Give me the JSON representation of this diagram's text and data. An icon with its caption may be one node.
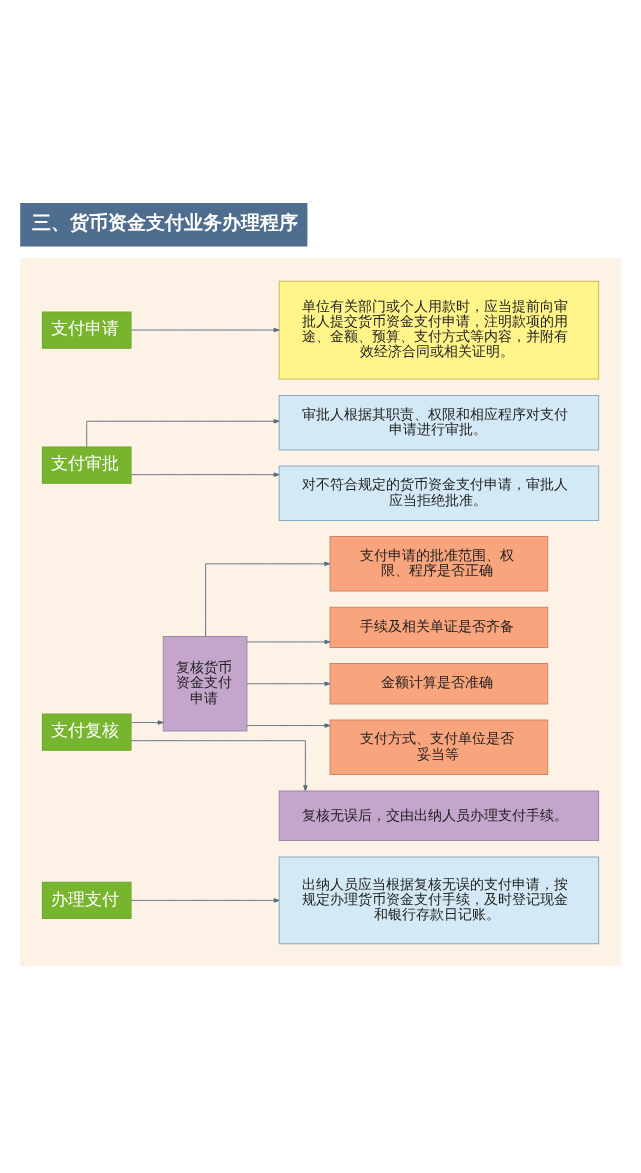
{
  "diagram": {
    "title": "三、货币资金支付业务办理程序",
    "nodes": [
      {
        "text": [],
        "shape": "box"
      },
      {
        "text": [
          "支付申请"
        ],
        "in": 0
      },
      {
        "text": [
          "单位有关部门或个人用款时，应当提前向审批人提交货币资金支付申请，注明款项的用途、金额、预算、支付方式等内容，并附有效经济合同或相关证明。"
        ],
        "in": 0
      },
      {
        "text": [
          "支付审批"
        ],
        "in": 0
      },
      {
        "text": [
          "审批人根据其职责、权限和相应程序对支付申请进行审批。"
        ],
        "in": 0
      },
      {
        "text": [
          "对不符合规定的货币资金支付申请，审批人应当拒绝批准。"
        ],
        "in": 0
      },
      {
        "text": [
          "支付复核"
        ],
        "in": 0
      },
      {
        "text": [
          "复核货币资金支付申请"
        ],
        "in": 0
      },
      {
        "text": [
          "支付申请的批准范围、权限、程序是否正确"
        ],
        "in": 0
      },
      {
        "text": [
          "手续及相关单证是否齐备"
        ],
        "in": 0
      },
      {
        "text": [
          "金额计算是否准确"
        ],
        "in": 0
      },
      {
        "text": [
          "支付方式、支付单位是否妥当等"
        ],
        "in": 0
      },
      {
        "text": [
          "复核无误后，交由出纳人员办理支付手续。"
        ],
        "in": 0
      },
      {
        "text": [
          "办理支付"
        ],
        "in": 0
      },
      {
        "text": [
          "出纳人员应当根据复核无误的支付申请，按规定办理货币资金支付手续，及时登记现金和银行存款日记账。"
        ],
        "in": 0
      }
    ],
    "edges": [
      {
        "from": 1,
        "to": 2,
        "arrow": "to"
      },
      {
        "from": 3,
        "to": 4,
        "arrow": "to"
      },
      {
        "from": 3,
        "to": 5,
        "arrow": "to"
      },
      {
        "from": 6,
        "to": 7,
        "arrow": "to"
      },
      {
        "from": 6,
        "to": 12,
        "arrow": "to"
      },
      {
        "from": 7,
        "to": 8,
        "arrow": "to"
      },
      {
        "from": 7,
        "to": 9,
        "arrow": "to"
      },
      {
        "from": 7,
        "to": 10,
        "arrow": "to"
      },
      {
        "from": 7,
        "to": 11,
        "arrow": "to"
      },
      {
        "from": 13,
        "to": 14,
        "arrow": "to"
      }
    ]
  }
}
